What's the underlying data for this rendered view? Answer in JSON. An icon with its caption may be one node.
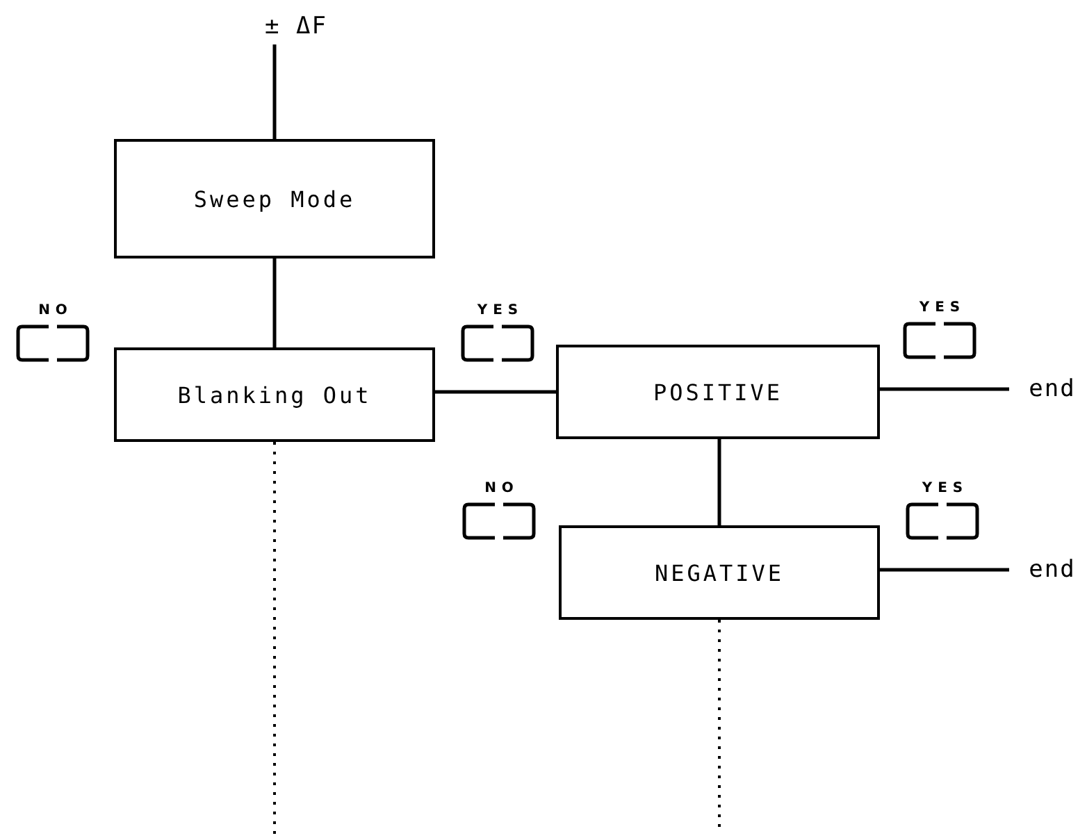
{
  "diagram": {
    "nodes": [
      {
        "text": [
          "± ΔF"
        ]
      },
      {
        "text": [
          "Sweep Mode"
        ]
      },
      {
        "text": [
          "Blanking Out"
        ]
      },
      {
        "text": [
          "POSITIVE"
        ]
      },
      {
        "text": [
          "NEGATIVE"
        ]
      },
      {
        "text": [
          "end"
        ]
      },
      {
        "text": [
          "end"
        ]
      }
    ],
    "edges": [
      {
        "from": 0,
        "to": 1,
        "arrow": "none"
      },
      {
        "from": 1,
        "to": 2,
        "arrow": "none"
      },
      {
        "from": 2,
        "to": 3,
        "arrow": "none"
      },
      {
        "from": 3,
        "to": 4,
        "arrow": "none"
      },
      {
        "from": 3,
        "to": 5,
        "arrow": "none"
      },
      {
        "from": 4,
        "to": 6,
        "arrow": "none"
      },
      {
        "from": 2,
        "to": null,
        "arrow": "none",
        "style": "dashed"
      },
      {
        "from": 4,
        "to": null,
        "arrow": "none",
        "style": "dashed"
      }
    ],
    "labels": [
      "NO",
      "YES",
      "YES",
      "NO",
      "YES"
    ]
  }
}
